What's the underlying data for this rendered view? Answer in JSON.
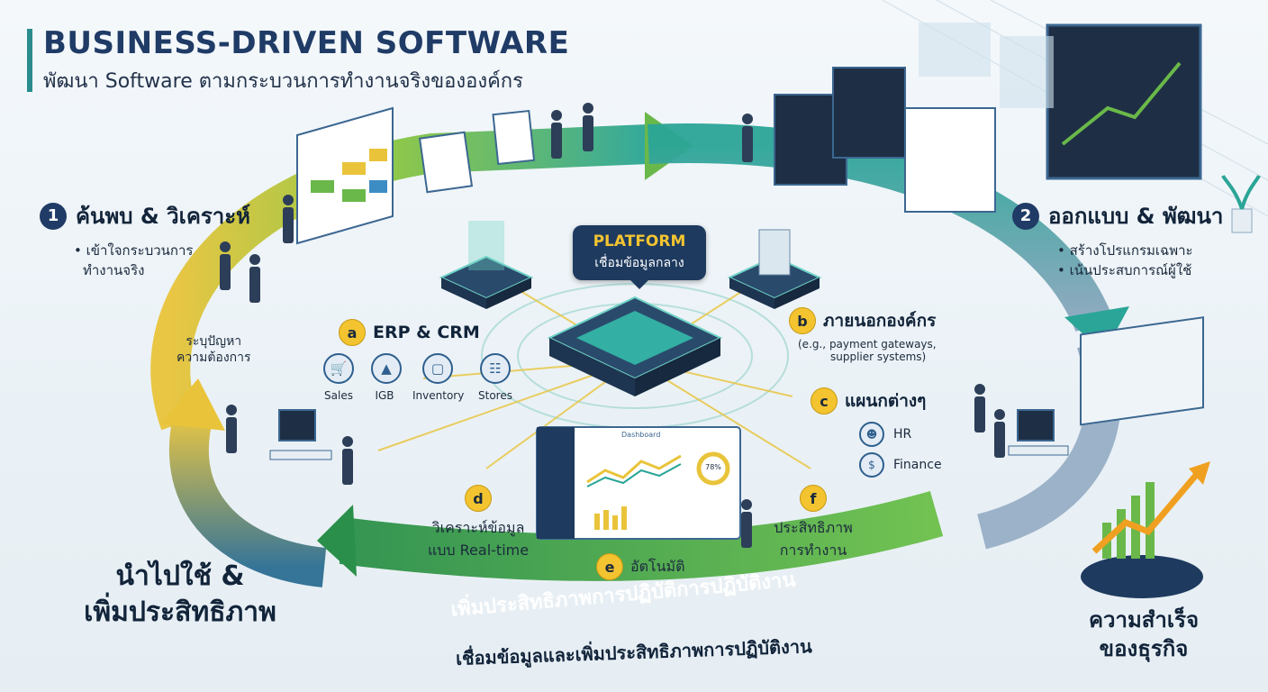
{
  "header": {
    "title": "BUSINESS-DRIVEN SOFTWARE",
    "subtitle": "พัฒนา Software ตามกระบวนการทำงานจริงขององค์กร"
  },
  "steps": {
    "discover": {
      "number": "1",
      "title": "ค้นพบ & วิเคราะห์",
      "bullet_1": "• เข้าใจกระบวนการ",
      "bullet_1_cont": "ทำงานจริง",
      "note_1": "ระบุปัญหา",
      "note_2": "ความต้องการ"
    },
    "design": {
      "number": "2",
      "title": "ออกแบบ & พัฒนา",
      "bullet_1": "• สร้างโปรแกรมเฉพาะ",
      "bullet_2": "• เน้นประสบการณ์ผู้ใช้"
    },
    "deploy": {
      "line_1": "นำไปใช้ &",
      "line_2": "เพิ่มประสิทธิภาพ"
    },
    "success": {
      "line_1": "ความสำเร็จ",
      "line_2": "ของธุรกิจ"
    }
  },
  "platform": {
    "label": "PLATFORM",
    "sublabel": "เชื่อมข้อมูลกลาง"
  },
  "modules": {
    "a": {
      "letter": "a",
      "title": "ERP & CRM",
      "items": [
        {
          "label": "Sales",
          "icon": "cart-icon"
        },
        {
          "label": "IGB",
          "icon": "chart-icon"
        },
        {
          "label": "Inventory",
          "icon": "box-icon"
        },
        {
          "label": "Stores",
          "icon": "store-icon"
        }
      ]
    },
    "b": {
      "letter": "b",
      "title": "ภายนอกองค์กร",
      "note_1": "(e.g., payment gateways,",
      "note_2": "supplier systems)"
    },
    "c": {
      "letter": "c",
      "title": "แผนกต่างๆ",
      "item_1": "HR",
      "item_2": "Finance"
    },
    "d": {
      "letter": "d",
      "line_1": "วิเคราะห์ข้อมูล",
      "line_2": "แบบ Real-time"
    },
    "e": {
      "letter": "e",
      "title": "อัตโนมัติ"
    },
    "f": {
      "letter": "f",
      "line_1": "ประสิทธิภาพ",
      "line_2": "การทำงาน"
    }
  },
  "dashboard": {
    "title": "Dashboard",
    "gauge": "78%"
  },
  "banner": "เพิ่มประสิทธิภาพการปฏิบัติการปฏิบัติงาน",
  "footer": "เชื่อมข้อมูลและเพิ่มประสิทธิภาพการปฏิบัติงาน",
  "colors": {
    "arrow_yellow": "#e9c43a",
    "arrow_green": "#8cc63e",
    "arrow_teal": "#2aa597",
    "arrow_blue": "#2c6e93",
    "navy": "#1f3b66",
    "accent": "#f3c430"
  }
}
